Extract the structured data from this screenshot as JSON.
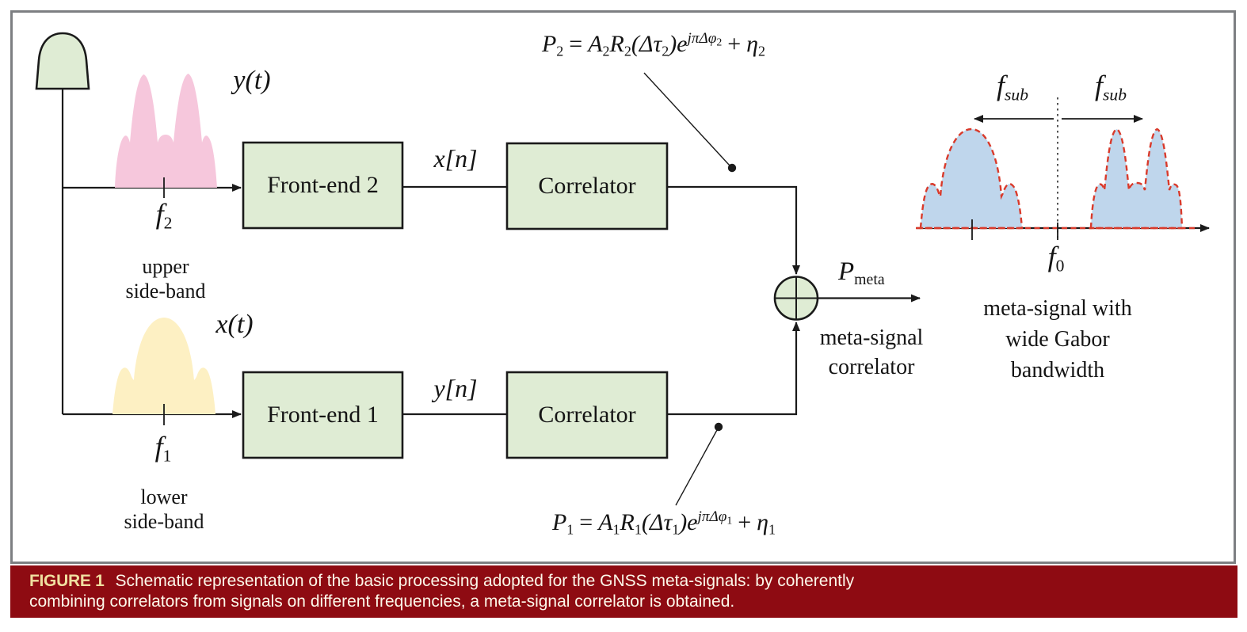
{
  "colors": {
    "panel-border": "#7d7f82",
    "caption-bg": "#8e0b12",
    "caption-label": "#f0dfa0",
    "caption-text": "#fdf8ea",
    "box-fill": "#dfecd4",
    "box-border": "#1a1a1a",
    "pink-spectrum": "#f6c7dc",
    "yellow-spectrum": "#fdf0c3",
    "blue-spectrum": "#bfd6ec",
    "red-dash": "#d93a2b",
    "ink": "#1a1a1a"
  },
  "caption": {
    "label": "FIGURE 1",
    "line1": "Schematic representation of the basic processing adopted for the GNSS meta-signals: by coherently",
    "line2": "combining correlators from signals on different frequencies, a meta-signal correlator is obtained."
  },
  "diagram": {
    "labels": {
      "y_t": "y(t)",
      "x_t": "x(t)",
      "x_n": "x[n]",
      "y_n": "y[n]",
      "f2": {
        "base": "f",
        "sub": "2"
      },
      "f1": {
        "base": "f",
        "sub": "1"
      },
      "f0": {
        "base": "f",
        "sub": "0"
      },
      "fsub_left": {
        "base": "f",
        "sub": "sub"
      },
      "fsub_right": {
        "base": "f",
        "sub": "sub"
      },
      "upper_band": {
        "line1": "upper",
        "line2": "side-band"
      },
      "lower_band": {
        "line1": "lower",
        "line2": "side-band"
      },
      "front_end_2": "Front-end 2",
      "front_end_1": "Front-end 1",
      "correlator_top": "Correlator",
      "correlator_bottom": "Correlator",
      "p_meta": {
        "base": "P",
        "sub": "meta"
      },
      "adder_caption": {
        "line1": "meta-signal",
        "line2": "correlator"
      },
      "spectrum_note": {
        "line1": "meta-signal with",
        "line2": "wide Gabor",
        "line3": "bandwidth"
      }
    },
    "formulas": {
      "p2": {
        "lhs": "P",
        "lhs_sub": "2",
        "eq": "=",
        "amp": "A",
        "amp_sub": "2",
        "corr": "R",
        "corr_sub": "2",
        "arg_open": "(Δτ",
        "arg_sub": "2",
        "arg_close": ")e",
        "exp": "jπΔφ",
        "exp_sub": "2",
        "plus": "+",
        "noise": "η",
        "noise_sub": "2"
      },
      "p1": {
        "lhs": "P",
        "lhs_sub": "1",
        "eq": "=",
        "amp": "A",
        "amp_sub": "1",
        "corr": "R",
        "corr_sub": "1",
        "arg_open": "(Δτ",
        "arg_sub": "1",
        "arg_close": ")e",
        "exp": "jπΔφ",
        "exp_sub": "1",
        "plus": "+",
        "noise": "η",
        "noise_sub": "1"
      }
    }
  }
}
